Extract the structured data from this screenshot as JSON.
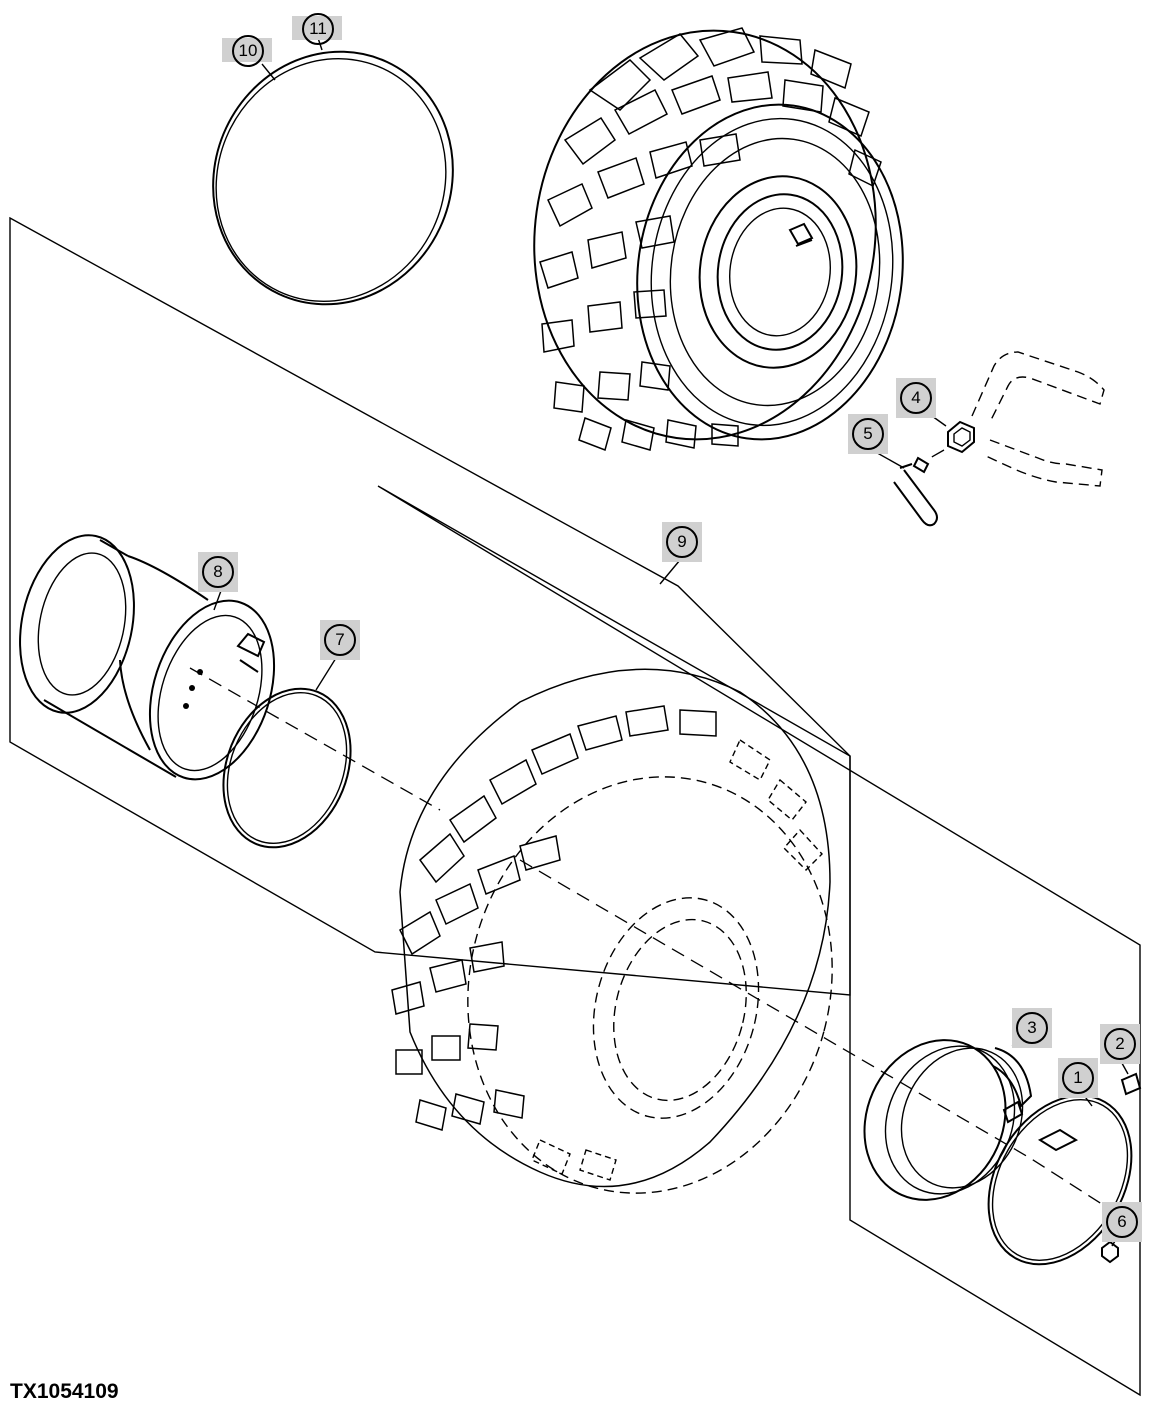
{
  "callouts": [
    {
      "number": "1"
    },
    {
      "number": "2"
    },
    {
      "number": "3"
    },
    {
      "number": "4"
    },
    {
      "number": "5"
    },
    {
      "number": "6"
    },
    {
      "number": "7"
    },
    {
      "number": "8"
    },
    {
      "number": "9"
    },
    {
      "number": "10"
    },
    {
      "number": "11"
    }
  ],
  "figure_id": "TX1054109"
}
